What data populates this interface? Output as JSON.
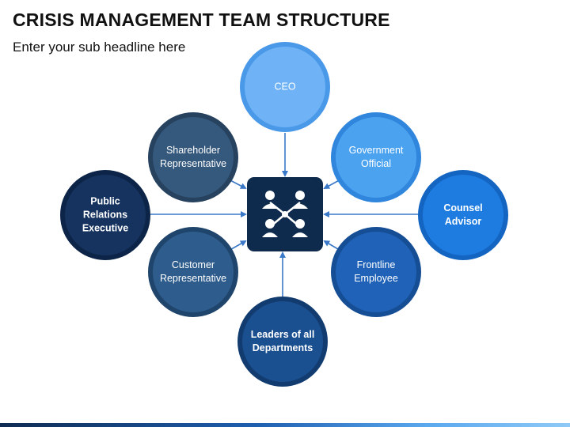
{
  "title": "CRISIS MANAGEMENT TEAM STRUCTURE",
  "subtitle": "Enter your sub headline here",
  "center": {
    "icon": "team-network-icon"
  },
  "nodes": [
    {
      "id": "ceo",
      "lines": [
        "CEO"
      ],
      "fill": "#6fb3f6",
      "ring": "#4a98e8",
      "bold": false
    },
    {
      "id": "government-official",
      "lines": [
        "Government",
        "Official"
      ],
      "fill": "#4ba3f0",
      "ring": "#2f86dc",
      "bold": false
    },
    {
      "id": "counsel-advisor",
      "lines": [
        "Counsel",
        "Advisor"
      ],
      "fill": "#1e7ce0",
      "ring": "#1465c2",
      "bold": true
    },
    {
      "id": "frontline-employee",
      "lines": [
        "Frontline",
        "Employee"
      ],
      "fill": "#1f62b7",
      "ring": "#164e96",
      "bold": false
    },
    {
      "id": "leaders-of-all-departments",
      "lines": [
        "Leaders of all",
        "Departments"
      ],
      "fill": "#1a4f90",
      "ring": "#123c70",
      "bold": true
    },
    {
      "id": "customer-representative",
      "lines": [
        "Customer",
        "Representative"
      ],
      "fill": "#2e5c8c",
      "ring": "#20456c",
      "bold": false
    },
    {
      "id": "public-relations-executive",
      "lines": [
        "Public",
        "Relations",
        "Executive"
      ],
      "fill": "#15335e",
      "ring": "#0c2447",
      "bold": true
    },
    {
      "id": "shareholder-representative",
      "lines": [
        "Shareholder",
        "Representative"
      ],
      "fill": "#35587d",
      "ring": "#26425f",
      "bold": false
    }
  ],
  "colors": {
    "center_box": "#0e2a4d",
    "arrow": "#3a78c8",
    "icon": "#ffffff"
  }
}
